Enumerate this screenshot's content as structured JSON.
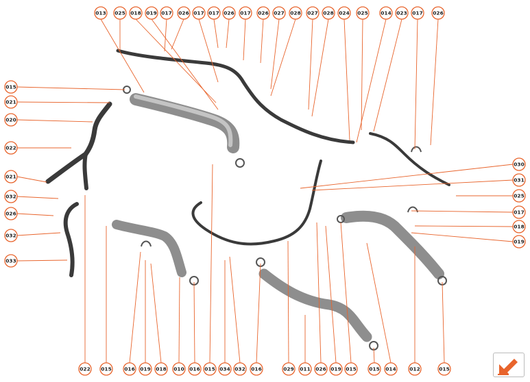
{
  "diagram": {
    "accent_color": "#e8642c",
    "hose_color": "#3f3f3f",
    "pipe_color": "#9a9a9a",
    "callouts_top": [
      "013",
      "025",
      "018",
      "019",
      "017",
      "026",
      "017",
      "017",
      "026",
      "017",
      "026",
      "027",
      "028",
      "027",
      "028",
      "024",
      "025",
      "014",
      "023",
      "017",
      "026"
    ],
    "callouts_left": [
      "015",
      "021",
      "020",
      "022",
      "021",
      "032",
      "026",
      "032",
      "033"
    ],
    "callouts_right": [
      "030",
      "031",
      "025",
      "017",
      "018",
      "019"
    ],
    "callouts_bottom": [
      "022",
      "015",
      "016",
      "019",
      "018",
      "010",
      "016",
      "015",
      "034",
      "032",
      "016",
      "029",
      "011",
      "026",
      "019",
      "015",
      "015",
      "014",
      "012",
      "015"
    ]
  },
  "nav": {
    "icon": "arrow-down-left-icon"
  }
}
